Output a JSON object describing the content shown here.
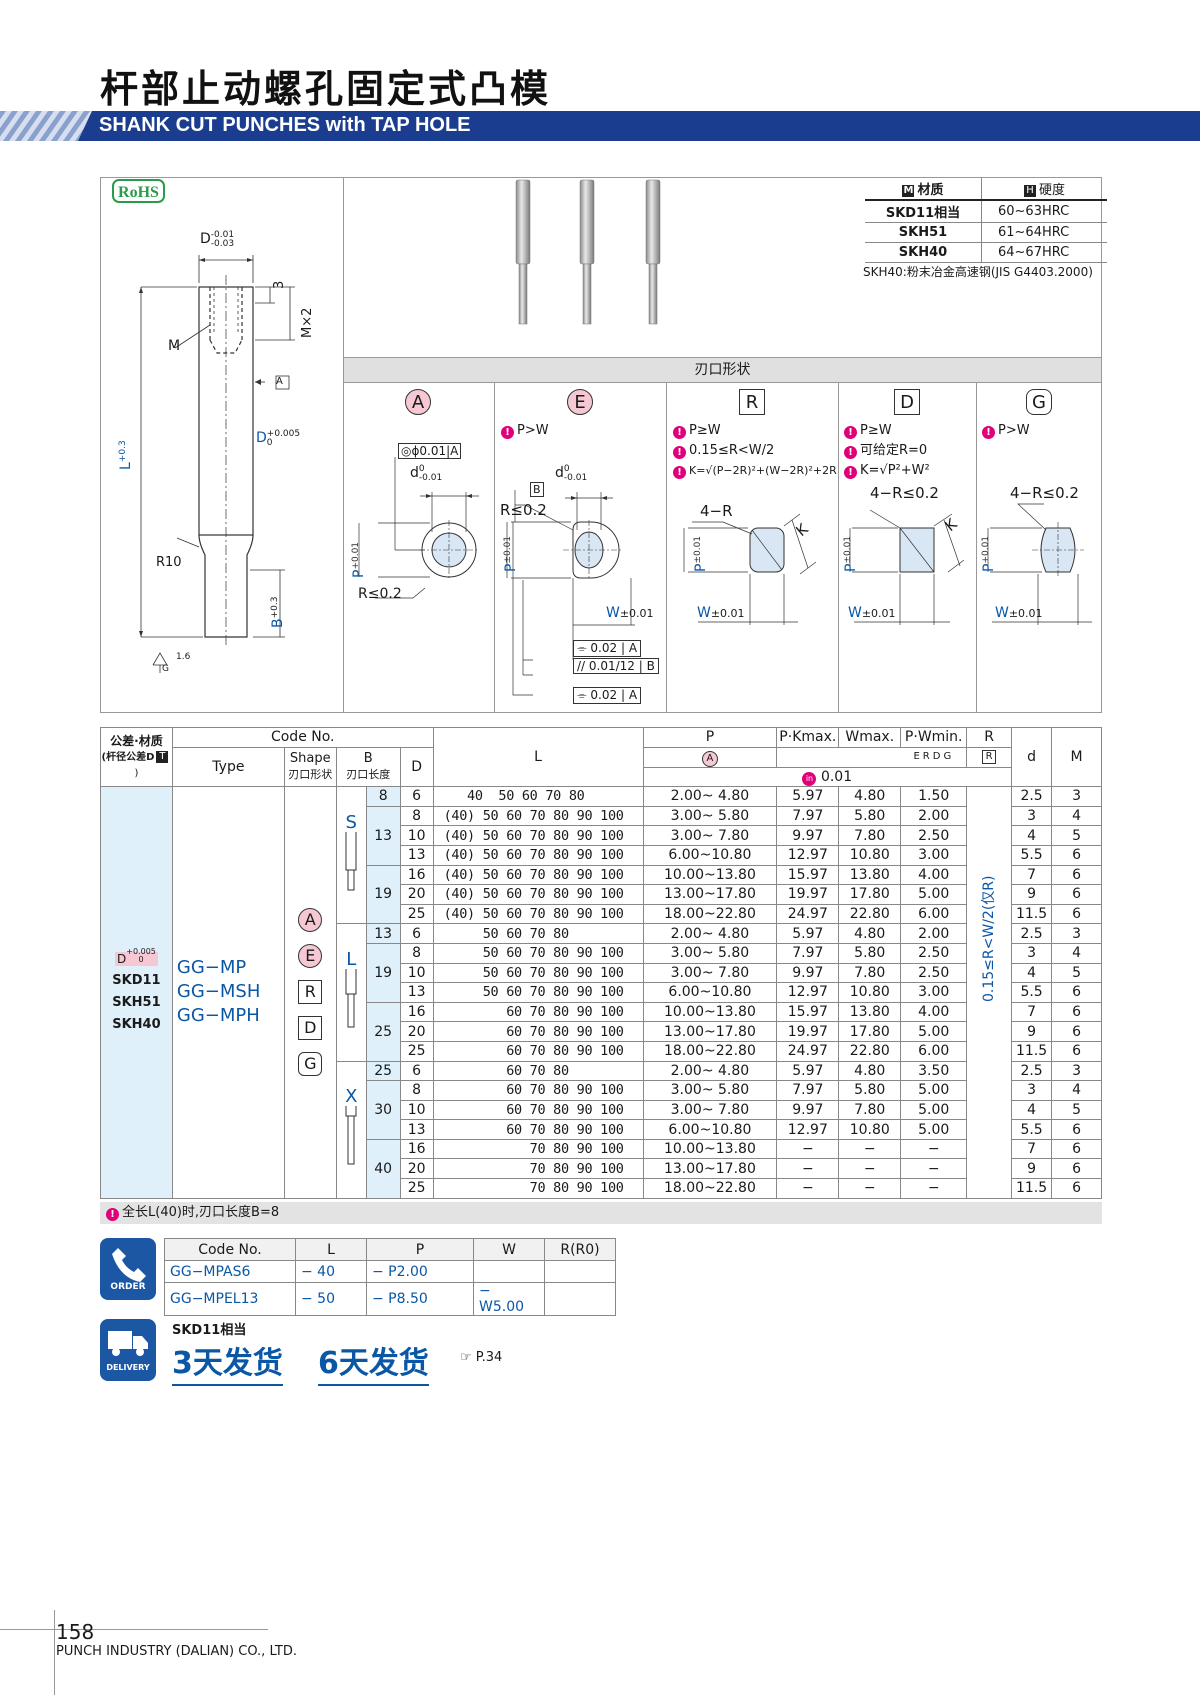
{
  "header": {
    "title_cn": "杆部止动螺孔固定式凸模",
    "title_en": "SHANK CUT PUNCHES with TAP HOLE",
    "accent": "#1a3d8f"
  },
  "rohs": "RoHS",
  "materials": {
    "material_label": "材质",
    "material_icon": "M",
    "hardness_label": "硬度",
    "hardness_icon": "H",
    "rows": [
      {
        "material": "SKD11相当",
        "hardness": "60~63HRC"
      },
      {
        "material": "SKH51",
        "hardness": "61~64HRC"
      },
      {
        "material": "SKH40",
        "hardness": "64~67HRC"
      }
    ],
    "note": "SKH40:粉末冶金高速钢(JIS G4403.2000)"
  },
  "drawing": {
    "d_label": "D",
    "d_tol_up": "-0.01",
    "d_tol_lo": "-0.03",
    "m_label": "M",
    "three": "3",
    "mx2": "M×2",
    "ref_a": "A",
    "l_label": "L",
    "l_tol": "+0.3",
    "l_tol0": "0",
    "d2_label": "D",
    "d2_tol": "+0.005",
    "d2_tol0": "0",
    "r10": "R10",
    "b_label": "B",
    "b_tol": "+0.3",
    "b_tol0": "0",
    "roughness": "1.6",
    "g": "G"
  },
  "tip_shapes": {
    "header": "刃口形状",
    "shapes": [
      {
        "letter": "A",
        "conditions": []
      },
      {
        "letter": "E",
        "conditions": [
          "P>W"
        ]
      },
      {
        "letter": "R",
        "conditions": [
          "P≥W",
          "0.15≤R<W/2",
          "K=√(P−2R)²+(W−2R)²+2R"
        ]
      },
      {
        "letter": "D",
        "conditions": [
          "P≥W",
          "可给定R=0",
          "K=√P²+W²"
        ]
      },
      {
        "letter": "G",
        "conditions": [
          "P>W"
        ]
      }
    ],
    "labels": {
      "conc": "◎ϕ0.01",
      "refA": "A",
      "refB": "B",
      "d_small": "d",
      "d_small_tol": "-0.01",
      "d_small_tol0": "0",
      "p": "P",
      "p_tol": "+0.01",
      "p_tol0": "0",
      "p_pm": "P",
      "pm_tol": "±0.01",
      "r_le_02": "R≤0.2",
      "r_a": "R≤0.2",
      "w": "W",
      "w_tol": "±0.01",
      "four_r": "4−R",
      "four_r2": "4−R≤0.2",
      "k": "K",
      "tol1": "0.02",
      "tol2": "0.01/12",
      "tol3": "0.02"
    }
  },
  "main_table": {
    "headers": {
      "tol_material": "公差·材质",
      "tol_sub": "(杆径公差D",
      "tol_icon": "T",
      "code_no": "Code No.",
      "type": "Type",
      "shape": "Shape",
      "shape_cn": "刃口形状",
      "b": "B",
      "b_cn": "刃口长度",
      "d": "D",
      "l": "L",
      "p": "P",
      "pkmax": "P·Kmax.",
      "wmax": "Wmax.",
      "pwmin": "P·Wmin.",
      "r": "R",
      "d_small": "d",
      "m": "M",
      "p_shape": "A",
      "w_shapes": "ERDG",
      "r_shape": "R",
      "tol_icon2": "in",
      "tol_val": "0.01"
    },
    "left_col": {
      "d_tol": "D",
      "d_tol_up": "+0.005",
      "d_tol_lo": "0",
      "materials": [
        "SKD11",
        "SKH51",
        "SKH40"
      ],
      "types": [
        "GG−MP",
        "GG−MSH",
        "GG−MPH"
      ],
      "shapes": [
        "A",
        "E",
        "R",
        "D",
        "G"
      ],
      "s_labels": [
        "S",
        "L",
        "X"
      ]
    },
    "r_range": "0.15≤R<W/2(仅R)",
    "rows": [
      {
        "b": "8",
        "d": "6",
        "l": "   40  50 60 70 80",
        "p": "2.00~ 4.80",
        "pk": "5.97",
        "wm": "4.80",
        "pw": "1.50",
        "ds": "2.5",
        "m": "3"
      },
      {
        "b": "13",
        "d": "8",
        "l": "(40) 50 60 70 80 90 100",
        "p": "3.00~ 5.80",
        "pk": "7.97",
        "wm": "5.80",
        "pw": "2.00",
        "ds": "3",
        "m": "4"
      },
      {
        "b": "",
        "d": "10",
        "l": "(40) 50 60 70 80 90 100",
        "p": "3.00~ 7.80",
        "pk": "9.97",
        "wm": "7.80",
        "pw": "2.50",
        "ds": "4",
        "m": "5"
      },
      {
        "b": "",
        "d": "13",
        "l": "(40) 50 60 70 80 90 100",
        "p": "6.00~10.80",
        "pk": "12.97",
        "wm": "10.80",
        "pw": "3.00",
        "ds": "5.5",
        "m": "6"
      },
      {
        "b": "19",
        "d": "16",
        "l": "(40) 50 60 70 80 90 100",
        "p": "10.00~13.80",
        "pk": "15.97",
        "wm": "13.80",
        "pw": "4.00",
        "ds": "7",
        "m": "6"
      },
      {
        "b": "",
        "d": "20",
        "l": "(40) 50 60 70 80 90 100",
        "p": "13.00~17.80",
        "pk": "19.97",
        "wm": "17.80",
        "pw": "5.00",
        "ds": "9",
        "m": "6"
      },
      {
        "b": "",
        "d": "25",
        "l": "(40) 50 60 70 80 90 100",
        "p": "18.00~22.80",
        "pk": "24.97",
        "wm": "22.80",
        "pw": "6.00",
        "ds": "11.5",
        "m": "6"
      },
      {
        "b": "13",
        "d": "6",
        "l": "     50 60 70 80",
        "p": "2.00~ 4.80",
        "pk": "5.97",
        "wm": "4.80",
        "pw": "2.00",
        "ds": "2.5",
        "m": "3"
      },
      {
        "b": "19",
        "d": "8",
        "l": "     50 60 70 80 90 100",
        "p": "3.00~ 5.80",
        "pk": "7.97",
        "wm": "5.80",
        "pw": "2.50",
        "ds": "3",
        "m": "4"
      },
      {
        "b": "",
        "d": "10",
        "l": "     50 60 70 80 90 100",
        "p": "3.00~ 7.80",
        "pk": "9.97",
        "wm": "7.80",
        "pw": "2.50",
        "ds": "4",
        "m": "5"
      },
      {
        "b": "",
        "d": "13",
        "l": "     50 60 70 80 90 100",
        "p": "6.00~10.80",
        "pk": "12.97",
        "wm": "10.80",
        "pw": "3.00",
        "ds": "5.5",
        "m": "6"
      },
      {
        "b": "25",
        "d": "16",
        "l": "        60 70 80 90 100",
        "p": "10.00~13.80",
        "pk": "15.97",
        "wm": "13.80",
        "pw": "4.00",
        "ds": "7",
        "m": "6"
      },
      {
        "b": "",
        "d": "20",
        "l": "        60 70 80 90 100",
        "p": "13.00~17.80",
        "pk": "19.97",
        "wm": "17.80",
        "pw": "5.00",
        "ds": "9",
        "m": "6"
      },
      {
        "b": "",
        "d": "25",
        "l": "        60 70 80 90 100",
        "p": "18.00~22.80",
        "pk": "24.97",
        "wm": "22.80",
        "pw": "6.00",
        "ds": "11.5",
        "m": "6"
      },
      {
        "b": "25",
        "d": "6",
        "l": "        60 70 80",
        "p": "2.00~ 4.80",
        "pk": "5.97",
        "wm": "4.80",
        "pw": "3.50",
        "ds": "2.5",
        "m": "3"
      },
      {
        "b": "30",
        "d": "8",
        "l": "        60 70 80 90 100",
        "p": "3.00~ 5.80",
        "pk": "7.97",
        "wm": "5.80",
        "pw": "5.00",
        "ds": "3",
        "m": "4"
      },
      {
        "b": "",
        "d": "10",
        "l": "        60 70 80 90 100",
        "p": "3.00~ 7.80",
        "pk": "9.97",
        "wm": "7.80",
        "pw": "5.00",
        "ds": "4",
        "m": "5"
      },
      {
        "b": "",
        "d": "13",
        "l": "        60 70 80 90 100",
        "p": "6.00~10.80",
        "pk": "12.97",
        "wm": "10.80",
        "pw": "5.00",
        "ds": "5.5",
        "m": "6"
      },
      {
        "b": "40",
        "d": "16",
        "l": "           70 80 90 100",
        "p": "10.00~13.80",
        "pk": "−",
        "wm": "−",
        "pw": "−",
        "ds": "7",
        "m": "6"
      },
      {
        "b": "",
        "d": "20",
        "l": "           70 80 90 100",
        "p": "13.00~17.80",
        "pk": "−",
        "wm": "−",
        "pw": "−",
        "ds": "9",
        "m": "6"
      },
      {
        "b": "",
        "d": "25",
        "l": "           70 80 90 100",
        "p": "18.00~22.80",
        "pk": "−",
        "wm": "−",
        "pw": "−",
        "ds": "11.5",
        "m": "6"
      }
    ],
    "note": "全长L(40)时,刃口长度B=8"
  },
  "order": {
    "icon_label": "ORDER",
    "headers": [
      "Code No.",
      "L",
      "P",
      "W",
      "R(R0)"
    ],
    "rows": [
      {
        "code": "GG−MPAS6",
        "l": "− 40",
        "p": "− P2.00",
        "w": "",
        "r": ""
      },
      {
        "code": "GG−MPEL13",
        "l": "− 50",
        "p": "− P8.50",
        "w": "− W5.00",
        "r": ""
      }
    ]
  },
  "delivery": {
    "icon_label": "DELIVERY",
    "material": "SKD11相当",
    "day1": "3天发货",
    "day2": "6天发货",
    "ref": "☞ P.34"
  },
  "footer": {
    "page": "158",
    "company": "PUNCH INDUSTRY (DALIAN) CO., LTD."
  }
}
